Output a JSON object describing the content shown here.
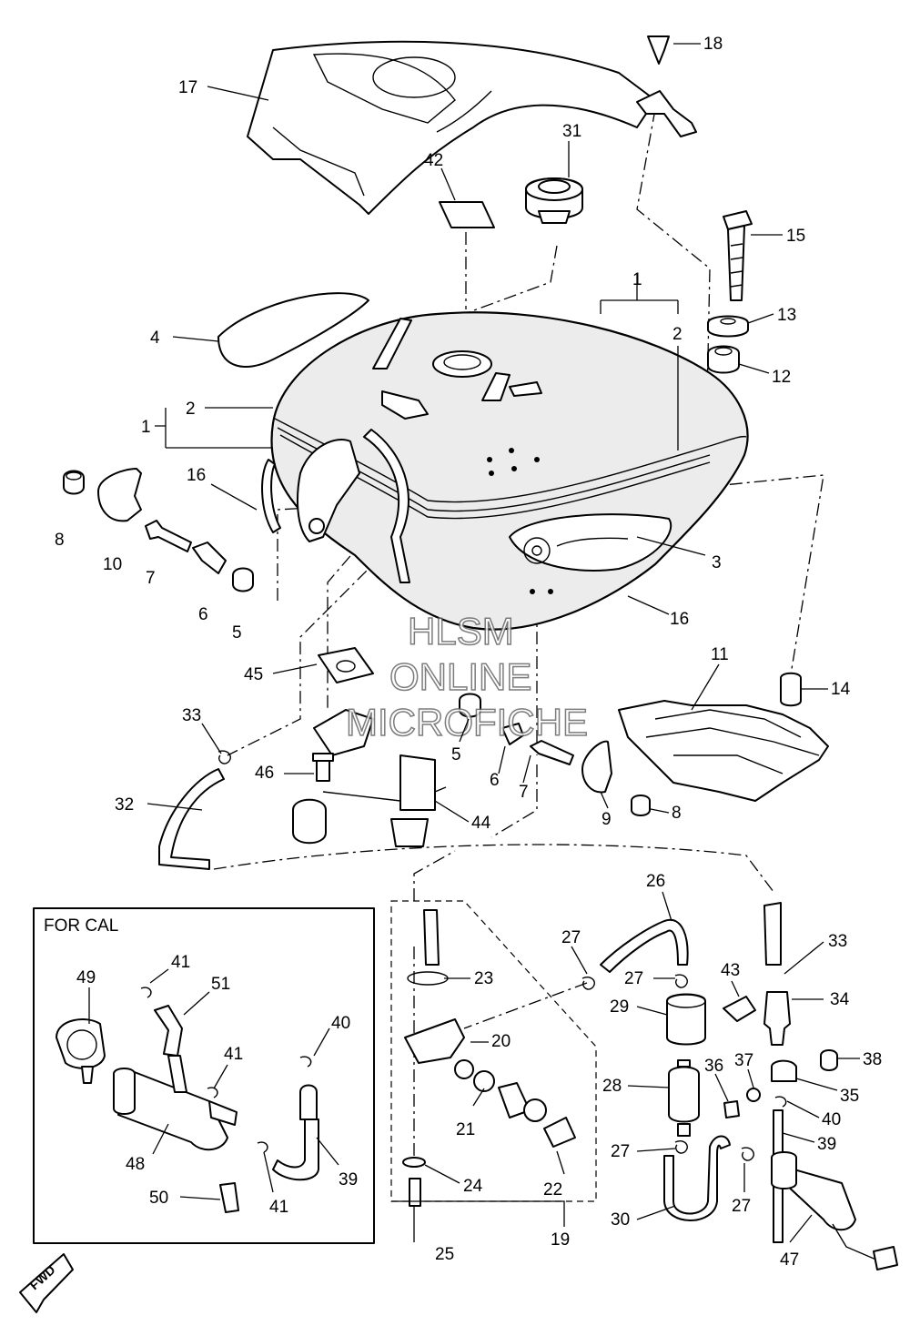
{
  "inset": {
    "title": "FOR CAL"
  },
  "watermark": {
    "line1": "HLSM",
    "line2": "ONLINE",
    "line3": "MICROFICHE"
  },
  "fwd_label": "FWD",
  "callouts": [
    {
      "id": "c18",
      "label": "18"
    },
    {
      "id": "c17",
      "label": "17"
    },
    {
      "id": "c31",
      "label": "31"
    },
    {
      "id": "c42",
      "label": "42"
    },
    {
      "id": "c15",
      "label": "15"
    },
    {
      "id": "c1a",
      "label": "1"
    },
    {
      "id": "c2a",
      "label": "2"
    },
    {
      "id": "c13",
      "label": "13"
    },
    {
      "id": "c4",
      "label": "4"
    },
    {
      "id": "c12",
      "label": "12"
    },
    {
      "id": "c2b",
      "label": "2"
    },
    {
      "id": "c1b",
      "label": "1"
    },
    {
      "id": "c16a",
      "label": "16"
    },
    {
      "id": "c8a",
      "label": "8"
    },
    {
      "id": "c10",
      "label": "10"
    },
    {
      "id": "c7a",
      "label": "7"
    },
    {
      "id": "c6a",
      "label": "6"
    },
    {
      "id": "c5a",
      "label": "5"
    },
    {
      "id": "c3",
      "label": "3"
    },
    {
      "id": "c16b",
      "label": "16"
    },
    {
      "id": "c11",
      "label": "11"
    },
    {
      "id": "c45",
      "label": "45"
    },
    {
      "id": "c14",
      "label": "14"
    },
    {
      "id": "c33a",
      "label": "33"
    },
    {
      "id": "c5b",
      "label": "5"
    },
    {
      "id": "c46",
      "label": "46"
    },
    {
      "id": "c6b",
      "label": "6"
    },
    {
      "id": "c7b",
      "label": "7"
    },
    {
      "id": "c8b",
      "label": "8"
    },
    {
      "id": "c9",
      "label": "9"
    },
    {
      "id": "c32",
      "label": "32"
    },
    {
      "id": "c44",
      "label": "44"
    },
    {
      "id": "c26",
      "label": "26"
    },
    {
      "id": "c27a",
      "label": "27"
    },
    {
      "id": "c33b",
      "label": "33"
    },
    {
      "id": "c23",
      "label": "23"
    },
    {
      "id": "c43",
      "label": "43"
    },
    {
      "id": "c27b",
      "label": "27"
    },
    {
      "id": "c34",
      "label": "34"
    },
    {
      "id": "c29",
      "label": "29"
    },
    {
      "id": "c20",
      "label": "20"
    },
    {
      "id": "c38",
      "label": "38"
    },
    {
      "id": "c36",
      "label": "36"
    },
    {
      "id": "c37",
      "label": "37"
    },
    {
      "id": "c35",
      "label": "35"
    },
    {
      "id": "c28",
      "label": "28"
    },
    {
      "id": "c21",
      "label": "21"
    },
    {
      "id": "c40a",
      "label": "40"
    },
    {
      "id": "c39a",
      "label": "39"
    },
    {
      "id": "c27c",
      "label": "27"
    },
    {
      "id": "c22",
      "label": "22"
    },
    {
      "id": "c24",
      "label": "24"
    },
    {
      "id": "c27d",
      "label": "27"
    },
    {
      "id": "c30",
      "label": "30"
    },
    {
      "id": "c19",
      "label": "19"
    },
    {
      "id": "c47",
      "label": "47"
    },
    {
      "id": "c25",
      "label": "25"
    },
    {
      "id": "c41a",
      "label": "41"
    },
    {
      "id": "c49",
      "label": "49"
    },
    {
      "id": "c51",
      "label": "51"
    },
    {
      "id": "c40b",
      "label": "40"
    },
    {
      "id": "c41b",
      "label": "41"
    },
    {
      "id": "c48",
      "label": "48"
    },
    {
      "id": "c39b",
      "label": "39"
    },
    {
      "id": "c50",
      "label": "50"
    },
    {
      "id": "c41c",
      "label": "41"
    }
  ]
}
